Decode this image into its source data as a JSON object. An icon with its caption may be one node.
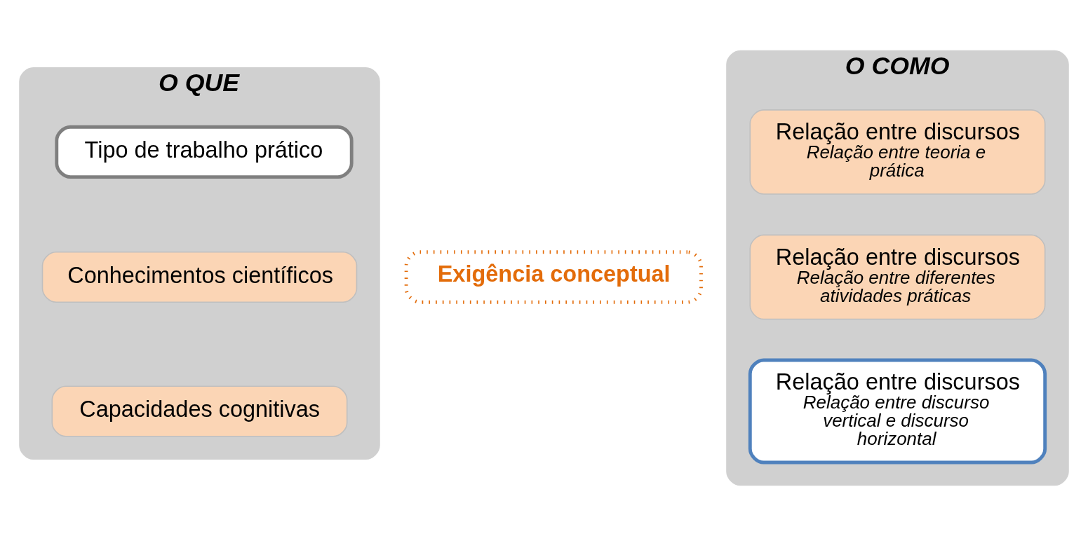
{
  "diagram": {
    "nodes": [
      {
        "text": [
          "O QUE"
        ]
      },
      {
        "text": [
          "Tipo de trabalho prático"
        ],
        "in": 0
      },
      {
        "text": [
          "Conhecimentos científicos"
        ],
        "in": 0
      },
      {
        "text": [
          "Capacidades cognitivas"
        ],
        "in": 0
      },
      {
        "text": [
          "O COMO"
        ]
      },
      {
        "text": [
          "Relação entre discursos",
          "Relação entre teoria e prática"
        ],
        "in": 4
      },
      {
        "text": [
          "Relação entre discursos",
          "Relação entre diferentes atividades práticas"
        ],
        "in": 4
      },
      {
        "text": [
          "Relação entre discursos",
          "Relação entre discurso vertical e discurso horizontal"
        ],
        "in": 4
      },
      {
        "text": [
          "Exigência conceptual"
        ]
      }
    ]
  }
}
